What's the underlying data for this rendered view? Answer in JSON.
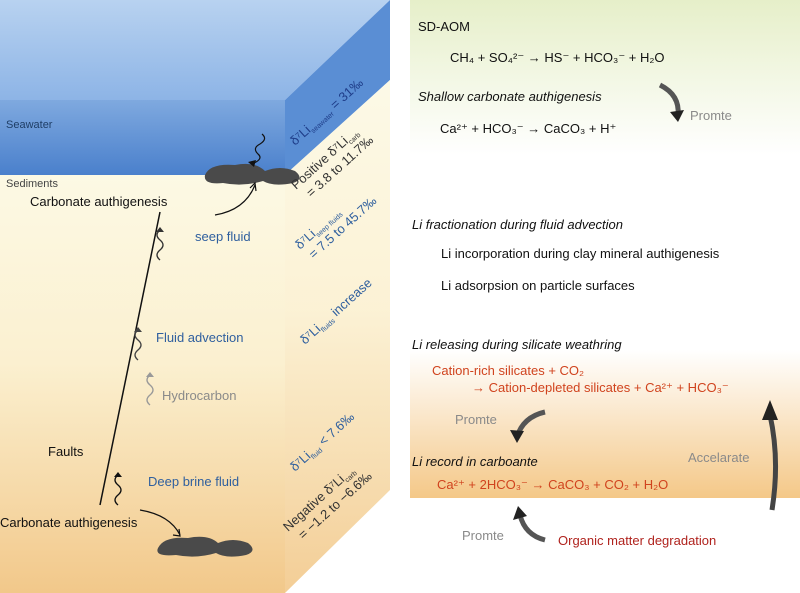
{
  "left": {
    "seawater": "Seawater",
    "sediments": "Sediments",
    "carb_top": "Carbonate authigenesis",
    "seep_fluid": "seep fluid",
    "fluid_advection": "Fluid advection",
    "hydrocarbon": "Hydrocarbon",
    "faults": "Faults",
    "deep_brine": "Deep brine fluid",
    "carb_bottom": "Carbonate authigenesis"
  },
  "side": {
    "seawater": {
      "pre": "δ⁷Li",
      "sub": "seawater",
      "post": " = 31‰"
    },
    "positive": {
      "l1a": "Positive δ⁷Li",
      "l1sub": "carb",
      "l2": "= 3.8 to 11.7‰"
    },
    "seep": {
      "pre": "δ⁷Li",
      "sub": "seep fluids",
      "l2": "= 7.5 to 45.7‰"
    },
    "increase": {
      "pre": "δ⁷Li",
      "sub": "fluids",
      "post": " increase"
    },
    "fluid": {
      "pre": "δ⁷Li",
      "sub": "fluid",
      "post": " < 7.6‰"
    },
    "negative": {
      "l1a": "Negative δ⁷Li",
      "l1sub": "carb",
      "l2": "= −1.2 to −6.6‰"
    }
  },
  "right": {
    "sdaom": "SD-AOM",
    "eq1": "CH₄ + SO₄²⁻ → HS⁻ + HCO₃⁻ + H₂O",
    "shallow": "Shallow carbonate authigenesis",
    "promte1": "Promte",
    "eq2": "Ca²⁺ + HCO₃⁻ → CaCO₃ + H⁺",
    "li_frac": "Li fractionation during fluid advection",
    "li_incorp": "Li incorporation during clay mineral authigenesis",
    "li_adsorp": "Li adsorpsion on particle surfaces",
    "li_release": "Li releasing during silicate weathring",
    "eq3a": "Cation-rich silicates + CO₂",
    "eq3b": "→ Cation-depleted silicates + Ca²⁺ + HCO₃⁻",
    "promte2": "Promte",
    "accelarate": "Accelarate",
    "li_record": "Li record in carboante",
    "eq4": "Ca²⁺ + 2HCO₃⁻ → CaCO₃ + CO₂ + H₂O",
    "promte3": "Promte",
    "organic": "Organic matter degradation"
  }
}
